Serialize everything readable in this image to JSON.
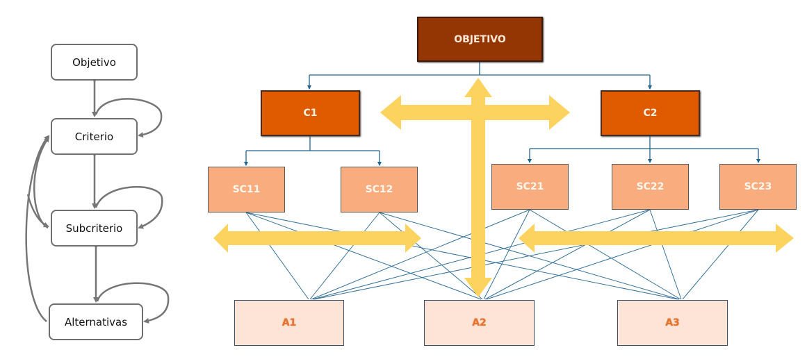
{
  "left_diagram": {
    "nodes": [
      "Objetivo",
      "Criterio",
      "Subcriterio",
      "Alternativas"
    ],
    "connector_color": "#767676"
  },
  "right_diagram": {
    "goal": "OBJETIVO",
    "criteria": [
      "C1",
      "C2"
    ],
    "subcriteria": {
      "C1": [
        "SC11",
        "SC12"
      ],
      "C2": [
        "SC21",
        "SC22",
        "SC23"
      ]
    },
    "alternatives": [
      "A1",
      "A2",
      "A3"
    ],
    "colors": {
      "goal": "#943603",
      "criteria": "#e05a00",
      "subcriteria": "#f9ac7d",
      "alternatives": "#fde4d6",
      "links": "#1f6391",
      "feedback_arrows": "#fdd35f"
    }
  }
}
